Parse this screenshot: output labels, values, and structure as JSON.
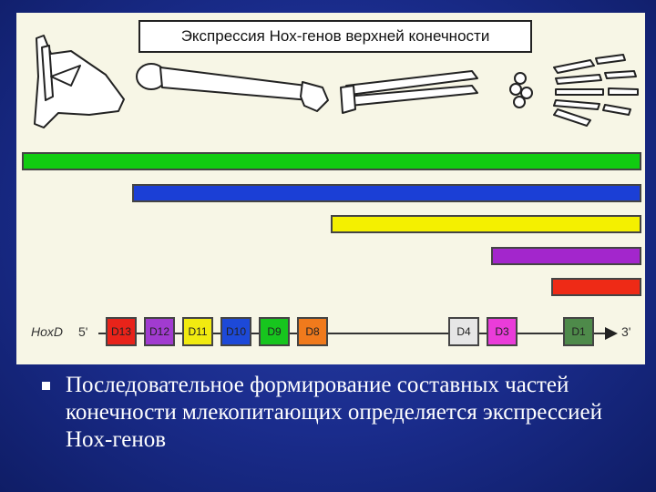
{
  "slide": {
    "title": "Экспрессия Hox-генов верхней конечности",
    "caption": "Последовательное формирование составных частей конечности млекопитающих определяется экспрессией Hox-генов"
  },
  "bars": [
    {
      "color": "#11cc11"
    },
    {
      "color": "#1b3fd6"
    },
    {
      "color": "#f4f000"
    },
    {
      "color": "#a326cc"
    },
    {
      "color": "#ee2a16"
    }
  ],
  "hox": {
    "label": "HoxD",
    "five_prime": "5'",
    "three_prime": "3'",
    "genes": [
      {
        "name": "D13",
        "color": "#e8231a"
      },
      {
        "name": "D12",
        "color": "#a13bd0"
      },
      {
        "name": "D11",
        "color": "#f1ea10"
      },
      {
        "name": "D10",
        "color": "#1d49d8"
      },
      {
        "name": "D9",
        "color": "#17c51e"
      },
      {
        "name": "D8",
        "color": "#f07a1c"
      },
      {
        "name": "D4",
        "color": "#e6e6e6"
      },
      {
        "name": "D3",
        "color": "#ea3cd9"
      },
      {
        "name": "D1",
        "color": "#4e8a4a"
      }
    ]
  }
}
